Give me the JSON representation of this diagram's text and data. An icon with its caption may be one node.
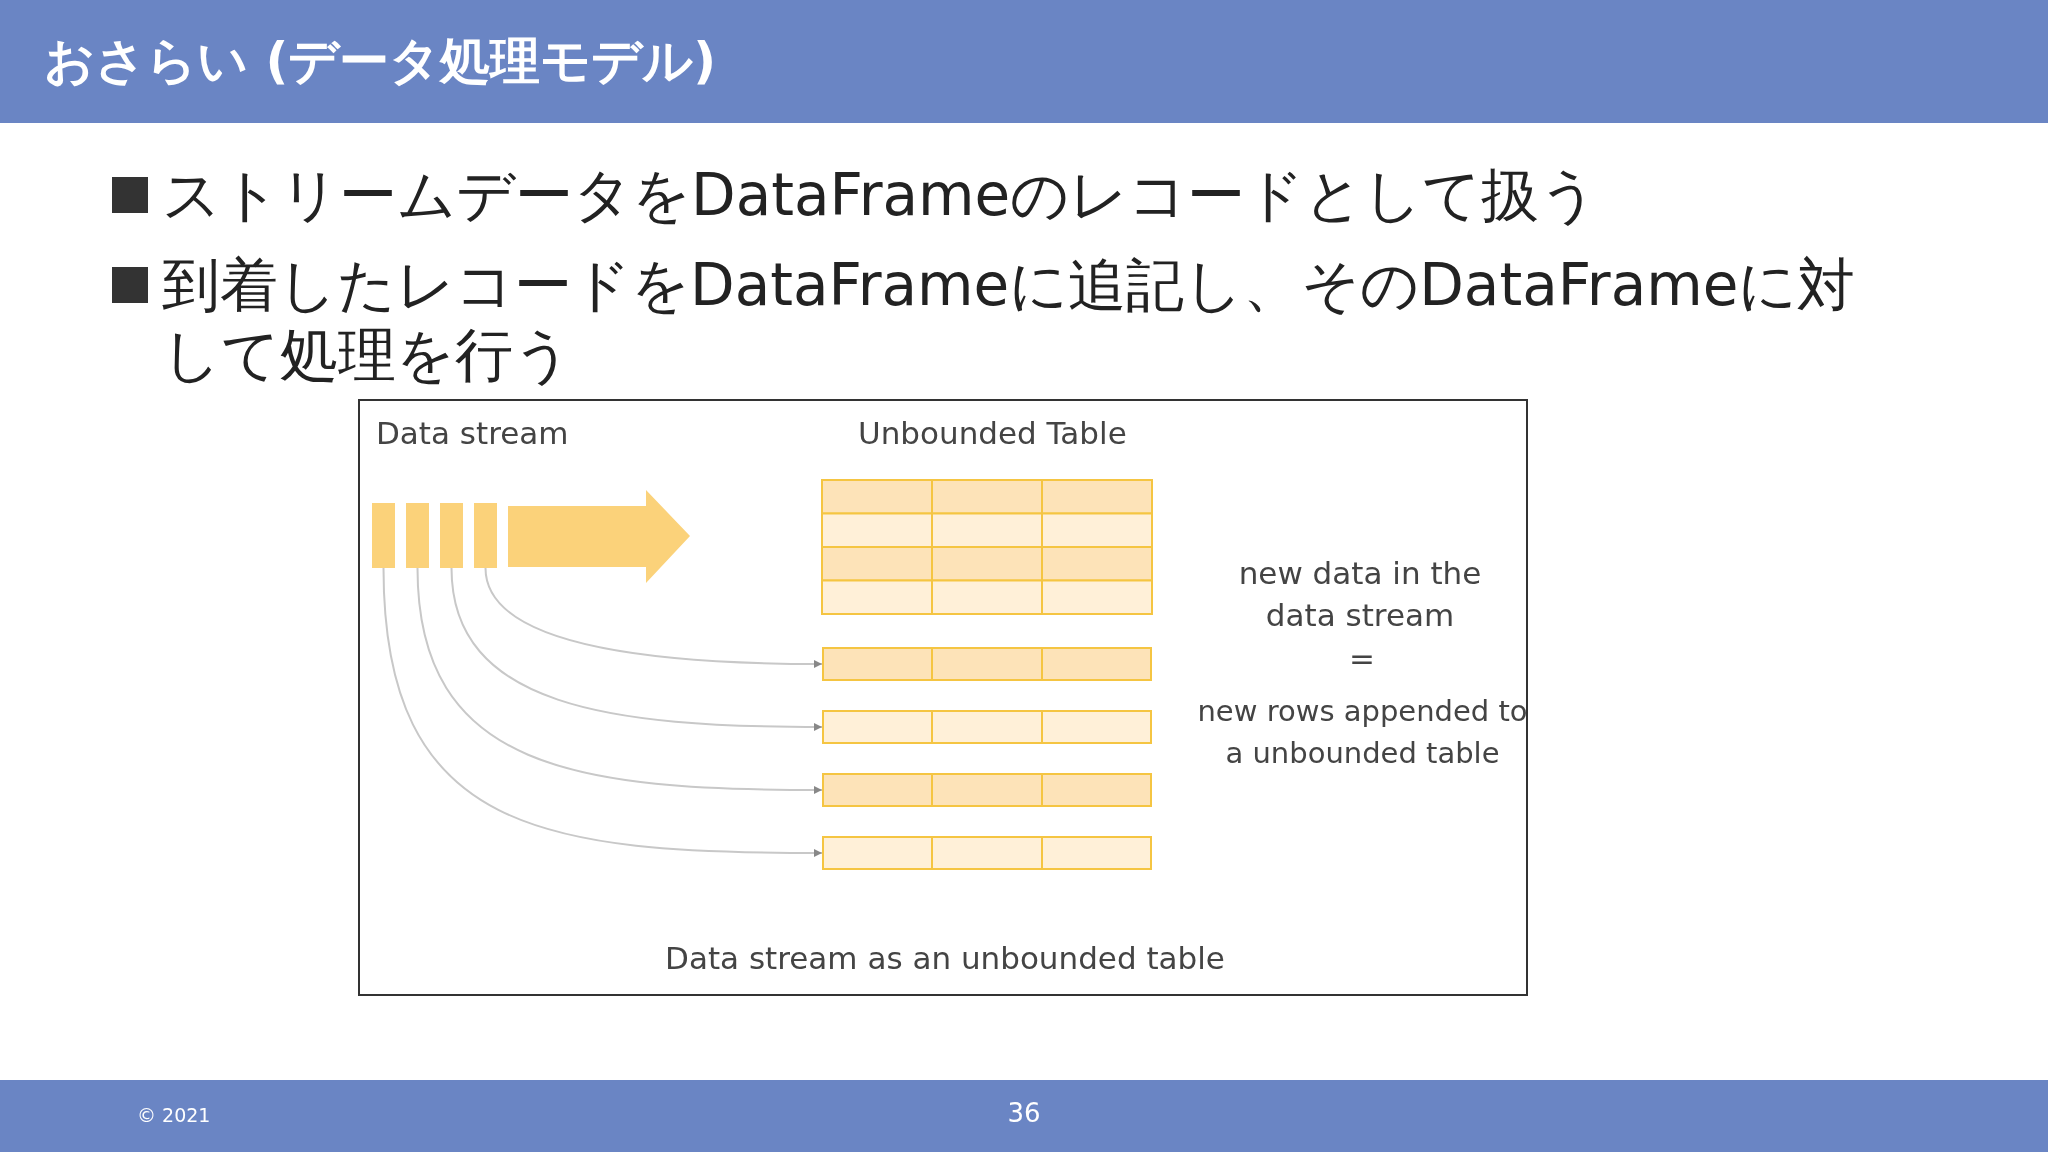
{
  "diagram": {
    "title": "おさらい (データ処理モデル)",
    "nodes": [
      {
        "text": [],
        "shape": "bar"
      },
      {
        "text": [],
        "shape": "bar"
      },
      {
        "text": [],
        "shape": "bar"
      },
      {
        "text": [],
        "shape": "bar"
      },
      {
        "text": [],
        "shape": "box"
      },
      {
        "text": [],
        "shape": "box"
      },
      {
        "text": [],
        "shape": "box"
      },
      {
        "text": [],
        "shape": "box"
      }
    ],
    "edges": [
      {
        "from": 0,
        "to": 7,
        "arrow": "to"
      },
      {
        "from": 1,
        "to": 6,
        "arrow": "to"
      },
      {
        "from": 2,
        "to": 5,
        "arrow": "to"
      },
      {
        "from": 3,
        "to": 4,
        "arrow": "to"
      }
    ],
    "labels": [
      "ストリームデータをDataFrameのレコードとして扱う",
      "到着したレコードをDataFrameに追記し、そのDataFrameに対して処理を行う",
      "Data stream",
      "Unbounded Table",
      "new data in the data stream",
      "=",
      "new rows appended to a unbounded table",
      "Data stream as an unbounded table",
      "© 2021",
      "36"
    ]
  }
}
